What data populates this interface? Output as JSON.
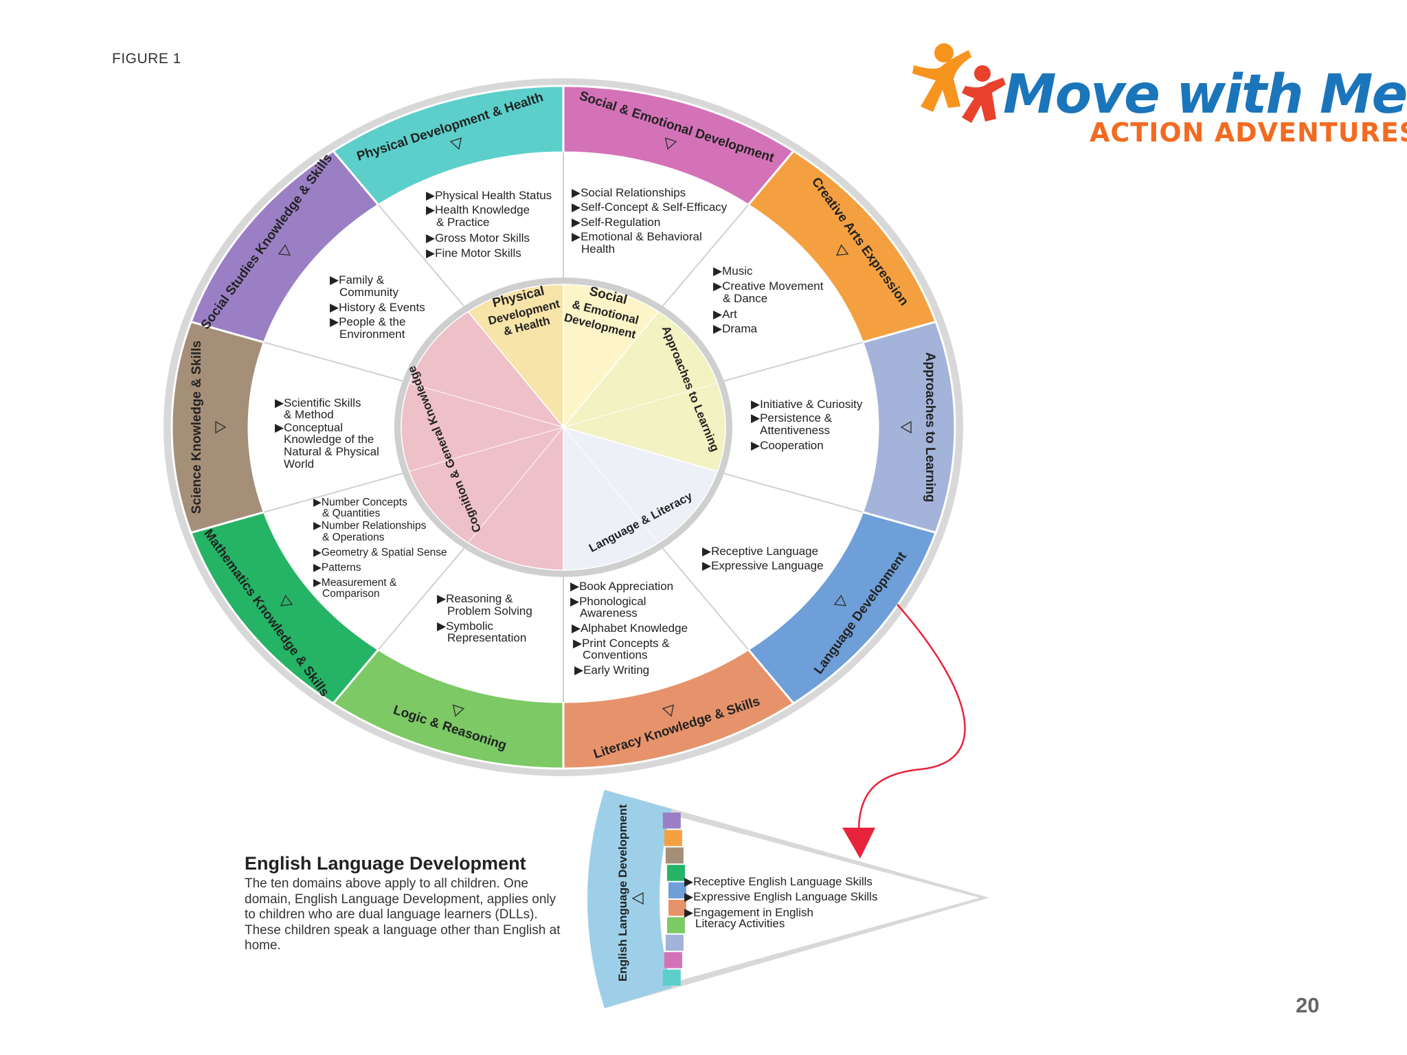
{
  "figure_label": "FIGURE 1",
  "page_number": "20",
  "logo": {
    "title": "Move with Me",
    "subtitle": "ACTION ADVENTURES",
    "colors": {
      "title": "#1b75bb",
      "subtitle": "#f26b21",
      "figure_orange": "#f7941d",
      "figure_red": "#e8412c"
    }
  },
  "outer_ring": [
    {
      "label": "Physical Development & Health",
      "color": "#5ccfcb"
    },
    {
      "label": "Social & Emotional Development",
      "color": "#d472b8"
    },
    {
      "label": "Creative Arts Expression",
      "color": "#f4a040"
    },
    {
      "label": "Approaches to Learning",
      "color": "#a4b3d9"
    },
    {
      "label": "Language Development",
      "color": "#6f9fd8"
    },
    {
      "label": "Literacy Knowledge & Skills",
      "color": "#e6936c"
    },
    {
      "label": "Logic & Reasoning",
      "color": "#7cc965"
    },
    {
      "label": "Mathematics Knowledge & Skills",
      "color": "#25b366"
    },
    {
      "label": "Science Knowledge & Skills",
      "color": "#a58f78"
    },
    {
      "label": "Social Studies Knowledge & Skills",
      "color": "#9b7fc5"
    }
  ],
  "inner_circle": {
    "physical": [
      "Physical",
      "Development",
      "& Health"
    ],
    "social": [
      "Social",
      "& Emotional",
      "Development"
    ],
    "approaches": "Approaches to Learning",
    "language": "Language & Literacy",
    "cognition": "Cognition & General Knowledge",
    "colors": {
      "physical": "#f7e4a8",
      "social": "#fdf5c8",
      "approaches": "#f2f2c2",
      "language": "#eef0f8",
      "cognition": "#eec0c8"
    }
  },
  "sub_domains": {
    "physical_health": [
      "▶Physical Health Status",
      "▶Health Knowledge",
      "& Practice",
      "▶Gross Motor Skills",
      "▶Fine Motor Skills"
    ],
    "social_emotional": [
      "▶Social Relationships",
      "▶Self-Concept & Self-Efficacy",
      "▶Self-Regulation",
      "▶Emotional & Behavioral",
      "Health"
    ],
    "creative_arts": [
      "▶Music",
      "▶Creative Movement",
      "& Dance",
      "▶Art",
      "▶Drama"
    ],
    "approaches": [
      "▶Initiative & Curiosity",
      "▶Persistence &",
      "Attentiveness",
      "▶Cooperation"
    ],
    "language_dev": [
      "▶Receptive Language",
      "▶Expressive Language"
    ],
    "literacy": [
      "▶Book Appreciation",
      "▶Phonological",
      "Awareness",
      "▶Alphabet Knowledge",
      "▶Print Concepts &",
      "Conventions",
      "▶Early Writing"
    ],
    "logic": [
      "▶Reasoning &",
      "Problem Solving",
      "▶Symbolic",
      "Representation"
    ],
    "math": [
      "▶Number Concepts",
      "& Quantities",
      "▶Number Relationships",
      "& Operations",
      "▶Geometry & Spatial Sense",
      "▶Patterns",
      "▶Measurement &",
      "Comparison"
    ],
    "science": [
      "▶Scientific Skills",
      "& Method",
      "▶Conceptual",
      "Knowledge of the",
      "Natural & Physical",
      "World"
    ],
    "social_studies": [
      "▶Family &",
      "Community",
      "▶History & Events",
      "▶People & the",
      "Environment"
    ]
  },
  "ell": {
    "heading": "English Language Development",
    "body": "The ten domains above apply to all children. One domain, English Language Development, applies only to children who are dual language learners (DLLs). These children speak a language other than English at home.",
    "band_label": "English Language Development",
    "band_color": "#9ecfe8",
    "items": [
      "▶Receptive English Language Skills",
      "▶Expressive English Language Skills",
      "▶Engagement in English",
      "Literacy Activities"
    ],
    "stripe_colors": [
      "#9b7fc5",
      "#f4a040",
      "#a58f78",
      "#25b366",
      "#6f9fd8",
      "#e6936c",
      "#7cc965",
      "#a4b3d9",
      "#d472b8",
      "#5ccfcb"
    ],
    "arrow_color": "#e8233c"
  }
}
